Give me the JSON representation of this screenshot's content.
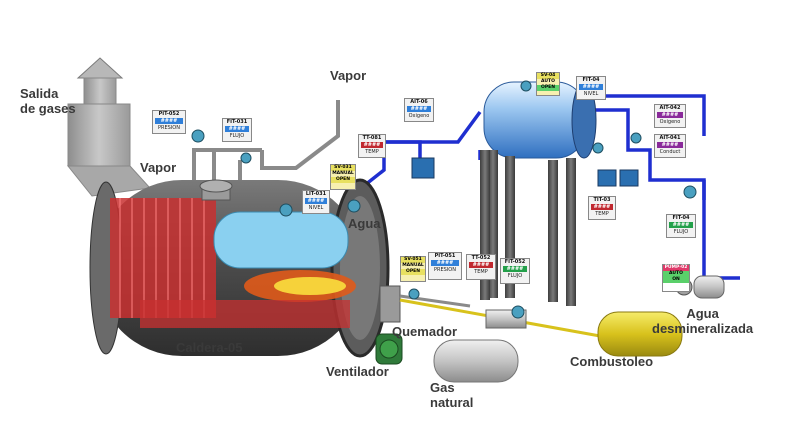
{
  "labels": {
    "exhaust": "Salida\nde gases",
    "steam_top": "Vapor",
    "steam_left": "Vapor",
    "water": "Agua",
    "boiler": "Caldera-05",
    "burner": "Quemador",
    "fan": "Ventilador",
    "gas": "Gas\nnatural",
    "fuel_oil": "Combustoleo",
    "demin_water": "Agua\ndesmineralizada"
  },
  "instruments": [
    {
      "tag": "PIT-052",
      "value": "####",
      "unit": "PRESION",
      "style": "blue"
    },
    {
      "tag": "FIT-031",
      "value": "####",
      "unit": "FLUJO",
      "style": "blue"
    },
    {
      "tag": "TT-081",
      "value": "####",
      "unit": "TEMP",
      "style": "red"
    },
    {
      "tag": "LIT-031",
      "value": "####",
      "unit": "NIVEL",
      "style": "blue"
    },
    {
      "tag": "AIT-06",
      "value": "####",
      "unit": "Oxigeno",
      "style": "blue"
    },
    {
      "tag": "FIT-04",
      "value": "####",
      "unit": "NIVEL",
      "style": "blue"
    },
    {
      "tag": "AIT-042",
      "value": "####",
      "unit": "Oxigeno",
      "style": "purple"
    },
    {
      "tag": "AIT-041",
      "value": "####",
      "unit": "Conduct",
      "style": "purple"
    },
    {
      "tag": "TIT-03",
      "value": "####",
      "unit": "TEMP",
      "style": "red"
    },
    {
      "tag": "FIT-04",
      "value": "####",
      "unit": "FLUJO",
      "style": "green"
    },
    {
      "tag": "PIT-051",
      "value": "####",
      "unit": "PRESION",
      "style": "blue"
    },
    {
      "tag": "TT-052",
      "value": "####",
      "unit": "TEMP",
      "style": "red"
    },
    {
      "tag": "FIT-052",
      "value": "####",
      "unit": "FLUJO",
      "style": "green"
    }
  ],
  "hmi_blocks": [
    {
      "name": "SV-051",
      "mode": "MANUAL",
      "state": "OPEN"
    },
    {
      "name": "SV-031",
      "mode": "MANUAL",
      "state": "OPEN"
    },
    {
      "name": "PUMP-02",
      "mode": "AUTO",
      "state": "ON"
    }
  ],
  "small_tag": {
    "name": "SV-04",
    "mode": "AUTO",
    "state": "OPEN"
  },
  "colors": {
    "pipe_blue": "#1f2fd0",
    "pipe_gray": "#8a8a8a",
    "fuel_yellow": "#d8c21c",
    "flame_red": "#c83030",
    "tank_blue": "#5a8fd8",
    "shell_gray": "#5a5a5a"
  }
}
